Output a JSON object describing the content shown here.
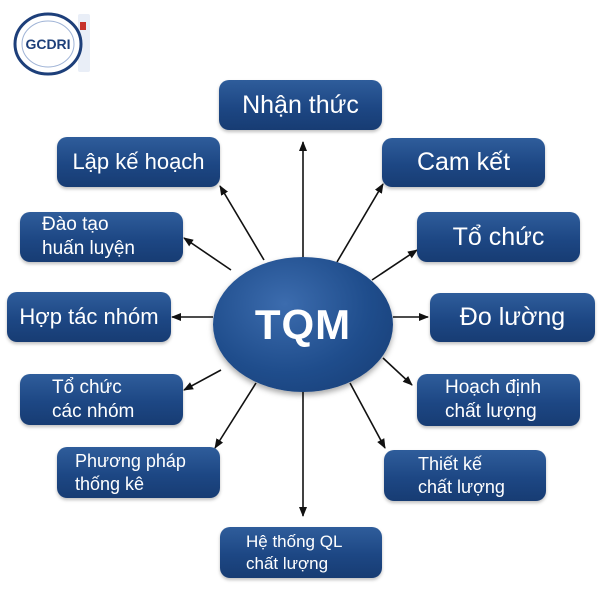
{
  "logo": {
    "text": "GCDRI"
  },
  "center": {
    "label": "TQM"
  },
  "nodes": {
    "nhan_thuc": [
      "Nhận thức"
    ],
    "cam_ket": [
      "Cam kết"
    ],
    "to_chuc": [
      "Tổ chức"
    ],
    "do_luong": [
      "Đo lường"
    ],
    "hoach_dinh": [
      "Hoạch định",
      "chất lượng"
    ],
    "thiet_ke": [
      "Thiết kế",
      "chất lượng"
    ],
    "he_thong": [
      "Hệ thống QL",
      "chất lượng"
    ],
    "phuong_phap": [
      "Phương pháp",
      "thống kê"
    ],
    "to_chuc_nhom": [
      "Tổ chức",
      "các nhóm"
    ],
    "hop_tac": [
      "Hợp tác nhóm"
    ],
    "dao_tao": [
      "Đào tạo",
      "huấn luyện"
    ],
    "lap_ke_hoach": [
      "Lập kế hoạch"
    ]
  },
  "colors": {
    "box": "#1d4784",
    "text": "#ffffff",
    "arrow": "#111111"
  }
}
